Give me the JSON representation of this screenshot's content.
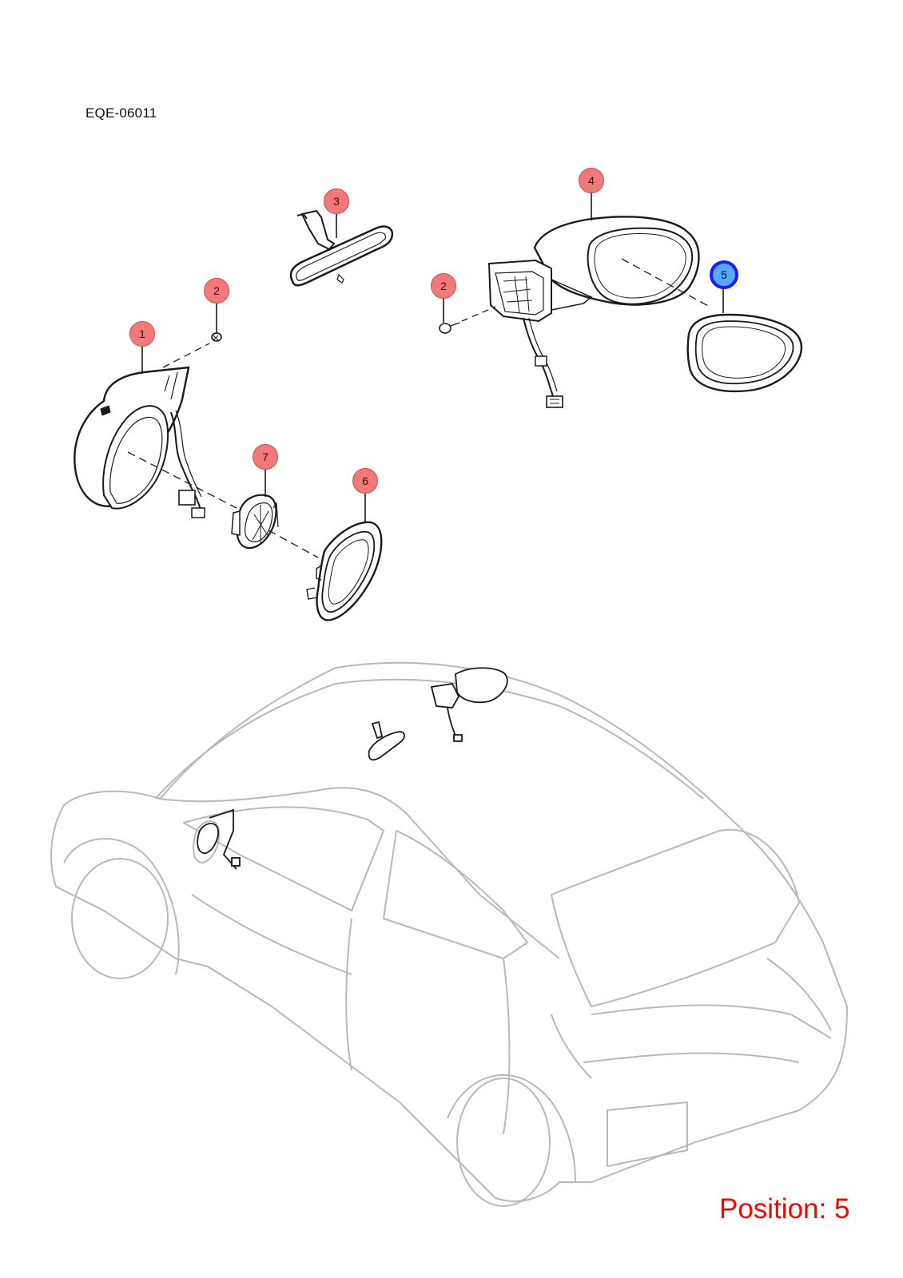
{
  "diagram_code": "EQE-06011",
  "selected_position": "5",
  "position_readout": {
    "label": "Position:",
    "value": "5"
  },
  "callouts": [
    {
      "id": "1",
      "label": "1"
    },
    {
      "id": "2a",
      "label": "2"
    },
    {
      "id": "2b",
      "label": "2"
    },
    {
      "id": "3",
      "label": "3"
    },
    {
      "id": "4",
      "label": "4"
    },
    {
      "id": "5",
      "label": "5"
    },
    {
      "id": "6",
      "label": "6"
    },
    {
      "id": "7",
      "label": "7"
    }
  ],
  "colors": {
    "callout_fill": "#f07a7a",
    "selected_outline": "#1a1aff",
    "position_text": "#ff0000",
    "car_outline": "#b8b8b8",
    "part_line": "#1a1a1a"
  }
}
